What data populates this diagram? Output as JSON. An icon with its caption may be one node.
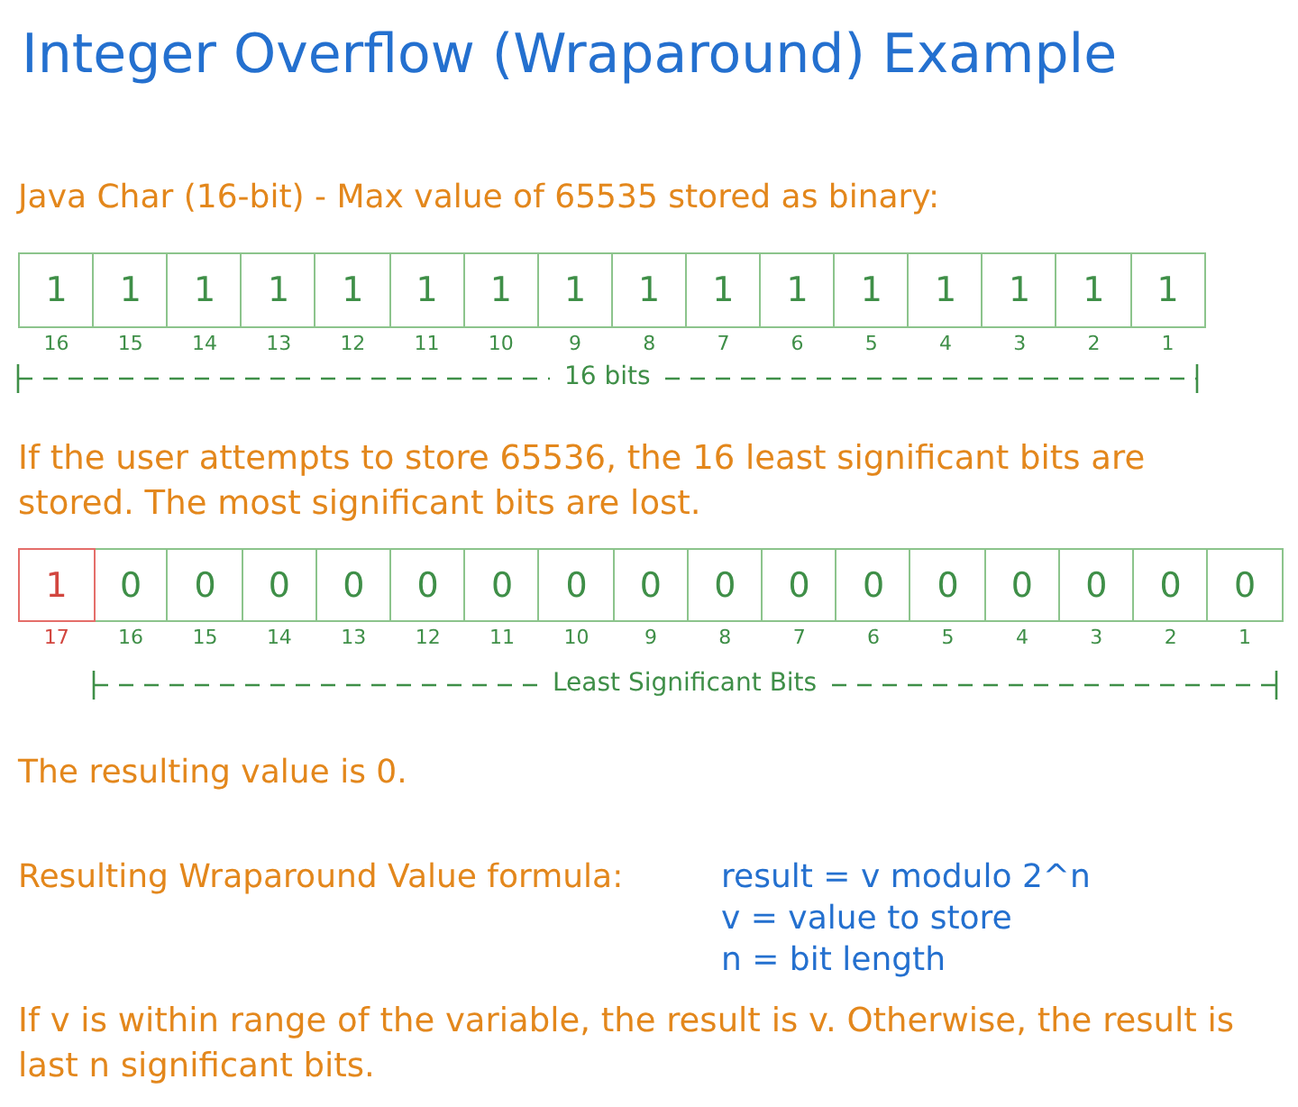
{
  "diagram": {
    "title": "Integer Overflow (Wraparound) Example",
    "nodes": [
      {
        "text": [
          "1"
        ],
        "beside": [
          "16"
        ]
      },
      {
        "text": [
          "1"
        ],
        "beside": [
          "15"
        ]
      },
      {
        "text": [
          "1"
        ],
        "beside": [
          "14"
        ]
      },
      {
        "text": [
          "1"
        ],
        "beside": [
          "13"
        ]
      },
      {
        "text": [
          "1"
        ],
        "beside": [
          "12"
        ]
      },
      {
        "text": [
          "1"
        ],
        "beside": [
          "11"
        ]
      },
      {
        "text": [
          "1"
        ],
        "beside": [
          "10"
        ]
      },
      {
        "text": [
          "1"
        ],
        "beside": [
          "9"
        ]
      },
      {
        "text": [
          "1"
        ],
        "beside": [
          "8"
        ]
      },
      {
        "text": [
          "1"
        ],
        "beside": [
          "7"
        ]
      },
      {
        "text": [
          "1"
        ],
        "beside": [
          "6"
        ]
      },
      {
        "text": [
          "1"
        ],
        "beside": [
          "5"
        ]
      },
      {
        "text": [
          "1"
        ],
        "beside": [
          "4"
        ]
      },
      {
        "text": [
          "1"
        ],
        "beside": [
          "3"
        ]
      },
      {
        "text": [
          "1"
        ],
        "beside": [
          "2"
        ]
      },
      {
        "text": [
          "1"
        ],
        "beside": [
          "1"
        ]
      },
      {
        "text": [
          "1"
        ],
        "beside": [
          "17"
        ]
      },
      {
        "text": [
          "0"
        ],
        "beside": [
          "16"
        ]
      },
      {
        "text": [
          "0"
        ],
        "beside": [
          "15"
        ]
      },
      {
        "text": [
          "0"
        ],
        "beside": [
          "14"
        ]
      },
      {
        "text": [
          "0"
        ],
        "beside": [
          "13"
        ]
      },
      {
        "text": [
          "0"
        ],
        "beside": [
          "12"
        ]
      },
      {
        "text": [
          "0"
        ],
        "beside": [
          "11"
        ]
      },
      {
        "text": [
          "0"
        ],
        "beside": [
          "10"
        ]
      },
      {
        "text": [
          "0"
        ],
        "beside": [
          "9"
        ]
      },
      {
        "text": [
          "0"
        ],
        "beside": [
          "8"
        ]
      },
      {
        "text": [
          "0"
        ],
        "beside": [
          "7"
        ]
      },
      {
        "text": [
          "0"
        ],
        "beside": [
          "6"
        ]
      },
      {
        "text": [
          "0"
        ],
        "beside": [
          "5"
        ]
      },
      {
        "text": [
          "0"
        ],
        "beside": [
          "4"
        ]
      },
      {
        "text": [
          "0"
        ],
        "beside": [
          "3"
        ]
      },
      {
        "text": [
          "0"
        ],
        "beside": [
          "2"
        ]
      },
      {
        "text": [
          "0"
        ],
        "beside": [
          "1"
        ]
      }
    ],
    "labels": [
      "Java Char (16-bit) - Max value of 65535 stored as binary:",
      "16 bits",
      "If the user attempts to store 65536, the 16 least significant bits are stored. The most significant bits are lost.",
      "Least Significant Bits",
      "The resulting value is 0.",
      "Resulting Wraparound Value formula:",
      "result = v modulo 2^n",
      "v = value to store",
      "n = bit length",
      "If v is within range of the variable, the result is v. Otherwise, the result is last n significant bits."
    ]
  }
}
